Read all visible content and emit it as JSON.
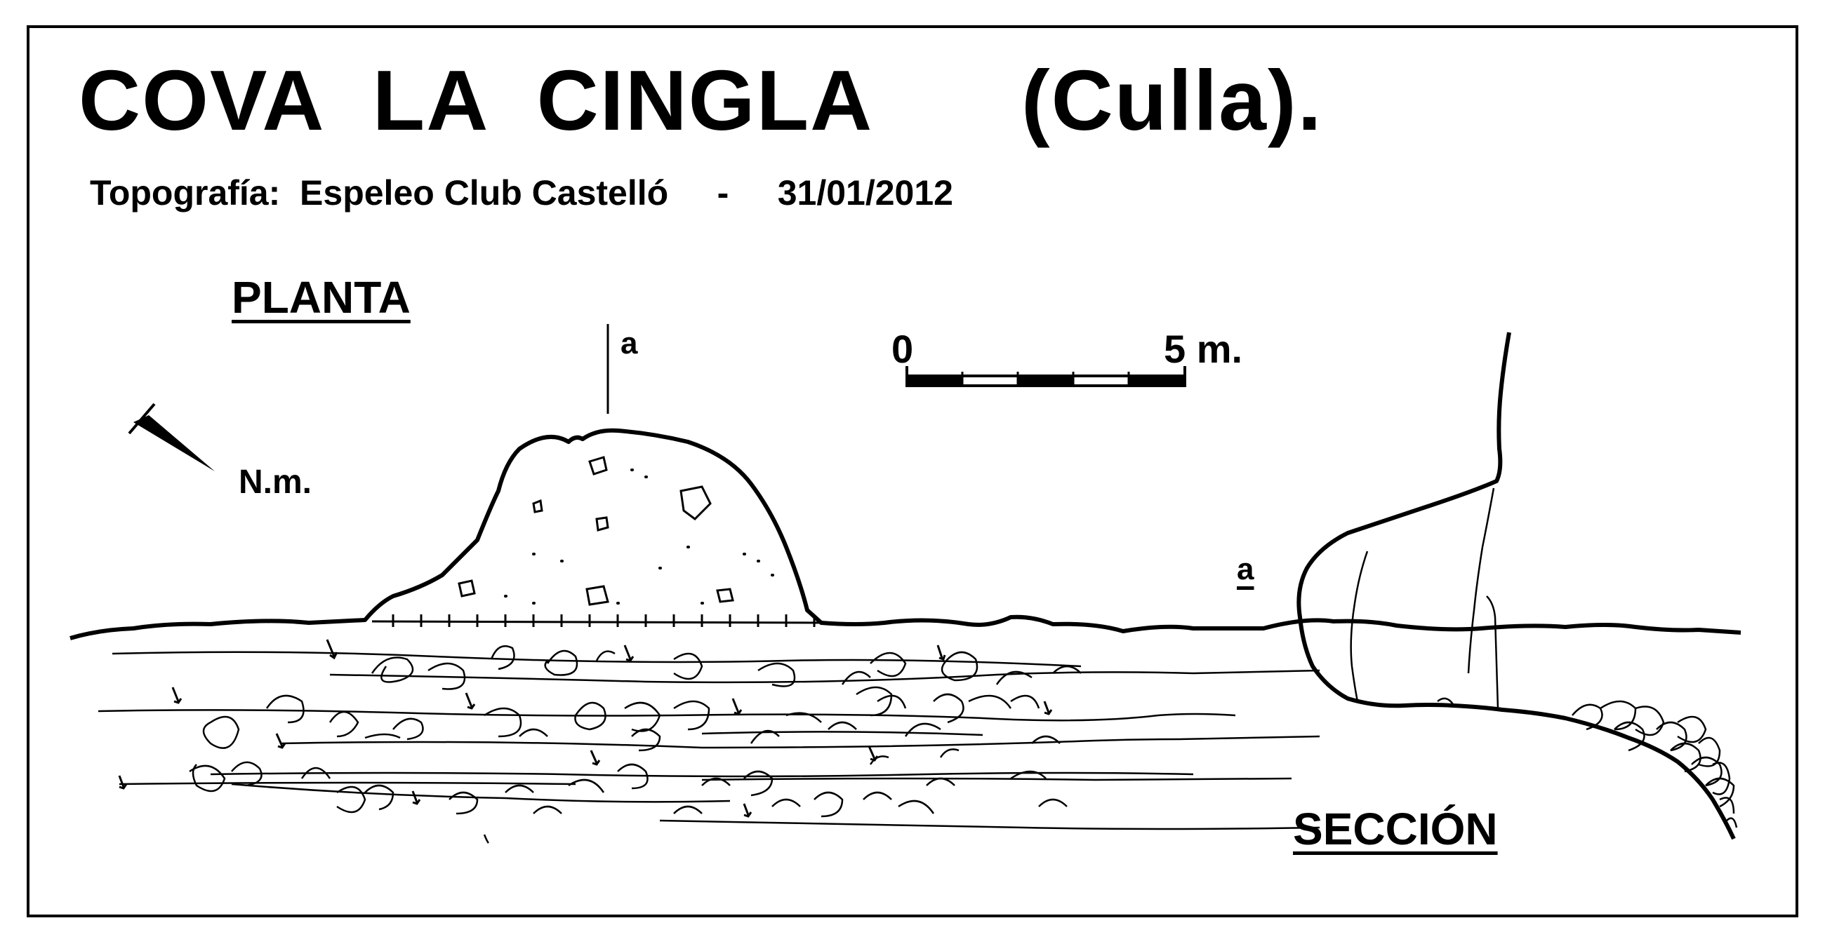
{
  "title": "COVA  LA  CINGLA      (Culla).",
  "subtitle": "Topografía:  Espeleo Club Castelló     -     31/01/2012",
  "plan_label": "PLANTA",
  "section_label": "SECCIÓN",
  "section_marker": "a",
  "north_label": "N.m.",
  "scale": {
    "start": "0",
    "end": "5 m."
  }
}
